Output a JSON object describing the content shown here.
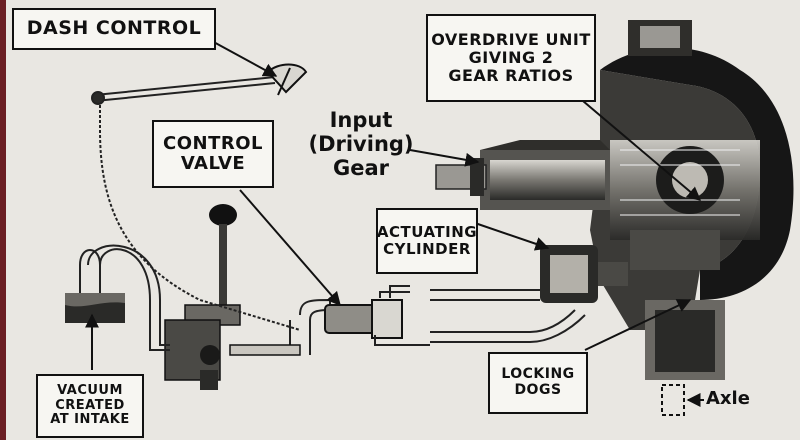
{
  "labels": {
    "dash_control": "DASH CONTROL",
    "control_valve": [
      "CONTROL",
      "VALVE"
    ],
    "overdrive_unit": [
      "OVERDRIVE UNIT",
      "GIVING 2",
      "GEAR RATIOS"
    ],
    "input_gear": [
      "Input",
      "(Driving)",
      "Gear"
    ],
    "actuating_cylinder": [
      "ACTUATING",
      "CYLINDER"
    ],
    "vacuum": [
      "VACUUM",
      "CREATED",
      "AT INTAKE"
    ],
    "locking_dogs": [
      "LOCKING",
      "DOGS"
    ],
    "axle": "Axle"
  }
}
